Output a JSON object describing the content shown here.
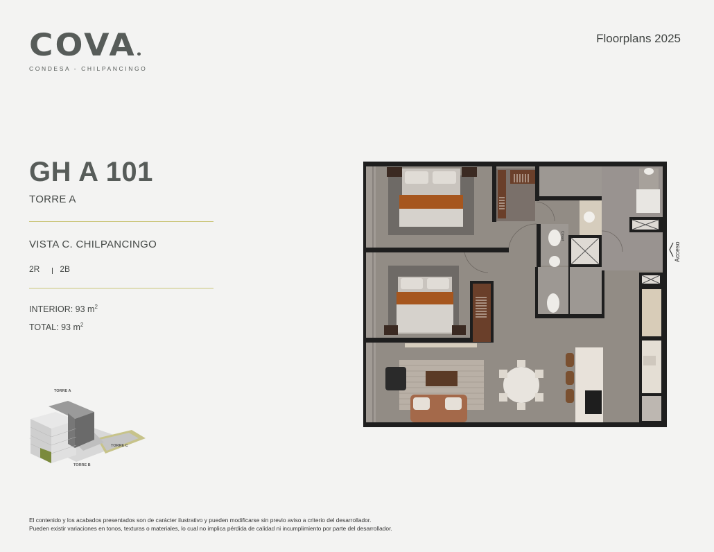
{
  "brand": {
    "name": "COVA",
    "subtitle": "CONDESA - CHILPANCINGO"
  },
  "header": {
    "right_title": "Floorplans 2025"
  },
  "unit": {
    "code": "GH A 101",
    "tower": "TORRE A",
    "view": "VISTA C. CHILPANCINGO",
    "bedrooms": "2R",
    "bathrooms": "2B",
    "interior_label": "INTERIOR: 93 m",
    "total_label": "TOTAL: 93 m",
    "area_unit_sup": "2"
  },
  "site_map": {
    "labels": {
      "tower_a": "TORRE A",
      "tower_b": "TORRE B",
      "tower_c": "TORRE C"
    }
  },
  "floorplan": {
    "access_label": "Acceso",
    "closet_label": "Closet"
  },
  "colors": {
    "brand_gray": "#575c59",
    "accent_line": "#c9c476",
    "plan_wall": "#1e1e1e",
    "plan_floor": "#8c8680"
  },
  "disclaimer": {
    "line1": "El contenido y los acabados presentados son de carácter ilustrativo y pueden modificarse sin previo aviso a criterio del desarrollador.",
    "line2": "Pueden existir variaciones en tonos, texturas o materiales, lo cual no implica pérdida de calidad ni incumplimiento por parte del desarrollador."
  }
}
